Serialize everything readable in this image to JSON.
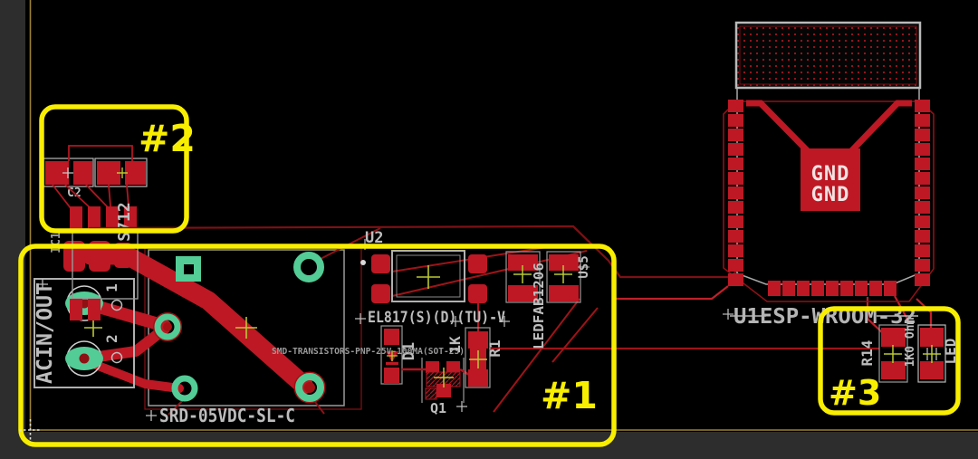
{
  "canvas": {
    "annotations": [
      {
        "id": "box1",
        "label": "#1"
      },
      {
        "id": "box2",
        "label": "#2"
      },
      {
        "id": "box3",
        "label": "#3"
      }
    ],
    "colors": {
      "background": "#000000",
      "panel_frame": "#2d2d2d",
      "board_outline": "#9a8132",
      "annotation_yellow": "#f8ee00",
      "copper_red": "#bd1824",
      "trace_dark_red": "#7d1115",
      "pad_teal": "#53cc96",
      "silkscreen_gray": "#bdbdbd",
      "origin_olive": "#b9c832"
    },
    "components": {
      "connector": {
        "label": "ACIN/OUT",
        "pin1": "1",
        "pin2": "2"
      },
      "relay": {
        "value": "SRD-05VDC-SL-C"
      },
      "cap": {
        "ref": "C2"
      },
      "current_sensor": {
        "value": "S712",
        "ref": "IC1"
      },
      "optocoupler": {
        "ref": "U2",
        "value": "EL817(S)(D)(TU)-V"
      },
      "transistor": {
        "ref": "Q1",
        "note": "SMD-TRANSISTORS-PNP-25V-100MA(SOT-23)"
      },
      "diode": {
        "ref": "D1"
      },
      "r1": {
        "ref": "R1",
        "value": "1K"
      },
      "led_array": {
        "value": "LEDFAB1206",
        "ref": "U$5"
      },
      "esp": {
        "label": "U1ESP-WROOM-32",
        "gnd1": "GND",
        "gnd2": "GND"
      },
      "r14": {
        "ref": "R14",
        "value": "1K0 Ohm"
      },
      "led": {
        "ref": "LED"
      }
    }
  }
}
